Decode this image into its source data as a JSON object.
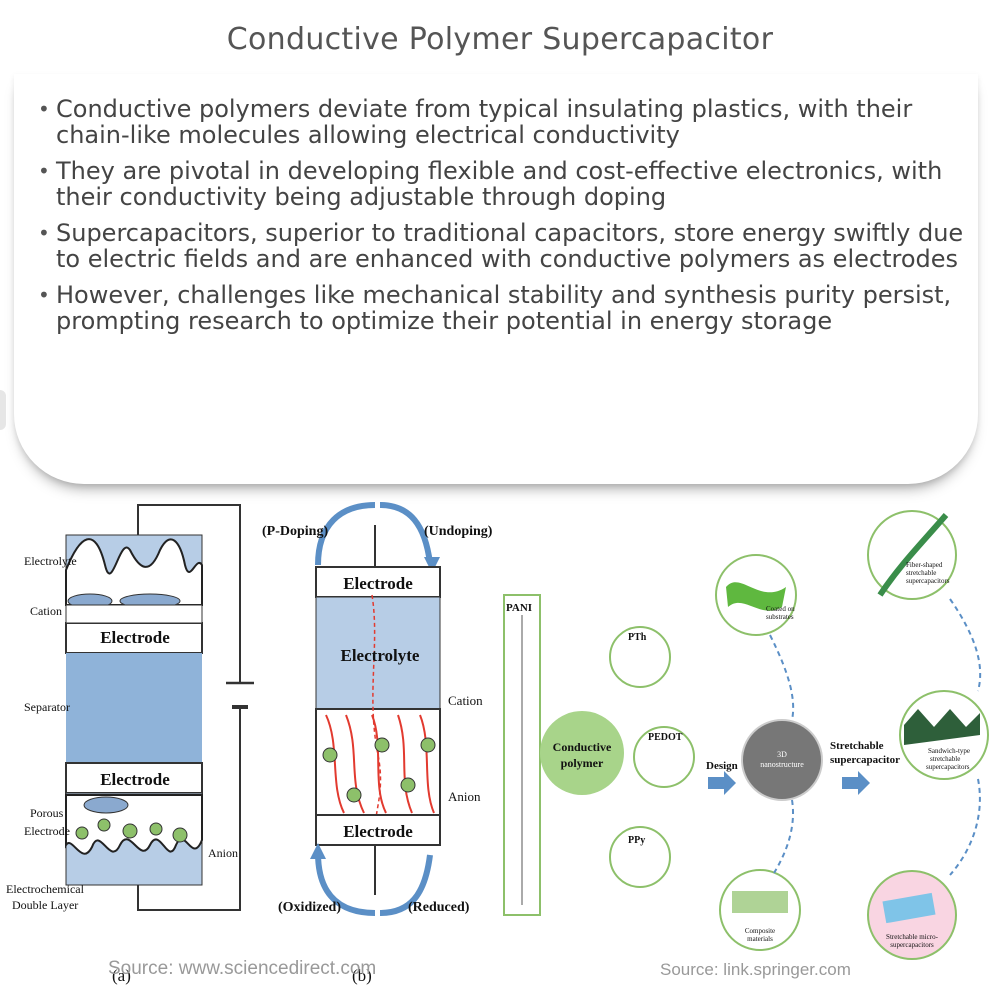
{
  "header": {
    "title": "Conductive Polymer Supercapacitor"
  },
  "bullets": [
    "Conductive polymers deviate from typical insulating plastics, with their chain-like molecules allowing electrical conductivity",
    "They are pivotal in developing flexible and cost-effective electronics, with their conductivity being adjustable through doping",
    "Supercapacitors, superior to traditional capacitors, store energy swiftly due to electric fields and are enhanced with conductive polymers as electrodes",
    "However, challenges like mechanical stability and synthesis purity persist, prompting research to optimize their potential in energy storage"
  ],
  "figure_a": {
    "electrolyte": "Electrolyte",
    "cation": "Cation",
    "electrode_top": "Electrode",
    "separator": "Separator",
    "electrode_bottom": "Electrode",
    "porous1": "Porous",
    "porous2": "Electrode",
    "anion": "Anion",
    "double1": "Electrochemical",
    "double2": "Double Layer",
    "panel": "(a)"
  },
  "figure_b": {
    "p_doping": "(P-Doping)",
    "undoping": "(Undoping)",
    "electrode_top": "Electrode",
    "electrolyte": "Electrolyte",
    "cation": "Cation",
    "anion": "Anion",
    "electrode_bottom": "Electrode",
    "oxidized": "(Oxidized)",
    "reduced": "(Reduced)",
    "panel": "(b)"
  },
  "figure_c": {
    "pani": "PANI",
    "pth": "PTh",
    "pedot": "PEDOT",
    "ppy": "PPy",
    "conductive1": "Conductive",
    "conductive2": "polymer",
    "design": "Design",
    "nano1": "3D",
    "nano2": "nanostructure",
    "stretch1": "Stretchable",
    "stretch2": "supercapacitor",
    "coated1": "Coated on",
    "coated2": "substrates",
    "composite1": "Composite",
    "composite2": "materials",
    "fiber1": "Fiber-shaped",
    "fiber2": "stretchable",
    "fiber3": "supercapacitors",
    "sandwich1": "Sandwich-type",
    "sandwich2": "stretchable",
    "sandwich3": "supercapacitors",
    "micro1": "Stretchable micro-",
    "micro2": "supercapacitors"
  },
  "sources": {
    "left": "Source: www.sciencedirect.com",
    "right": "Source: link.springer.com"
  }
}
